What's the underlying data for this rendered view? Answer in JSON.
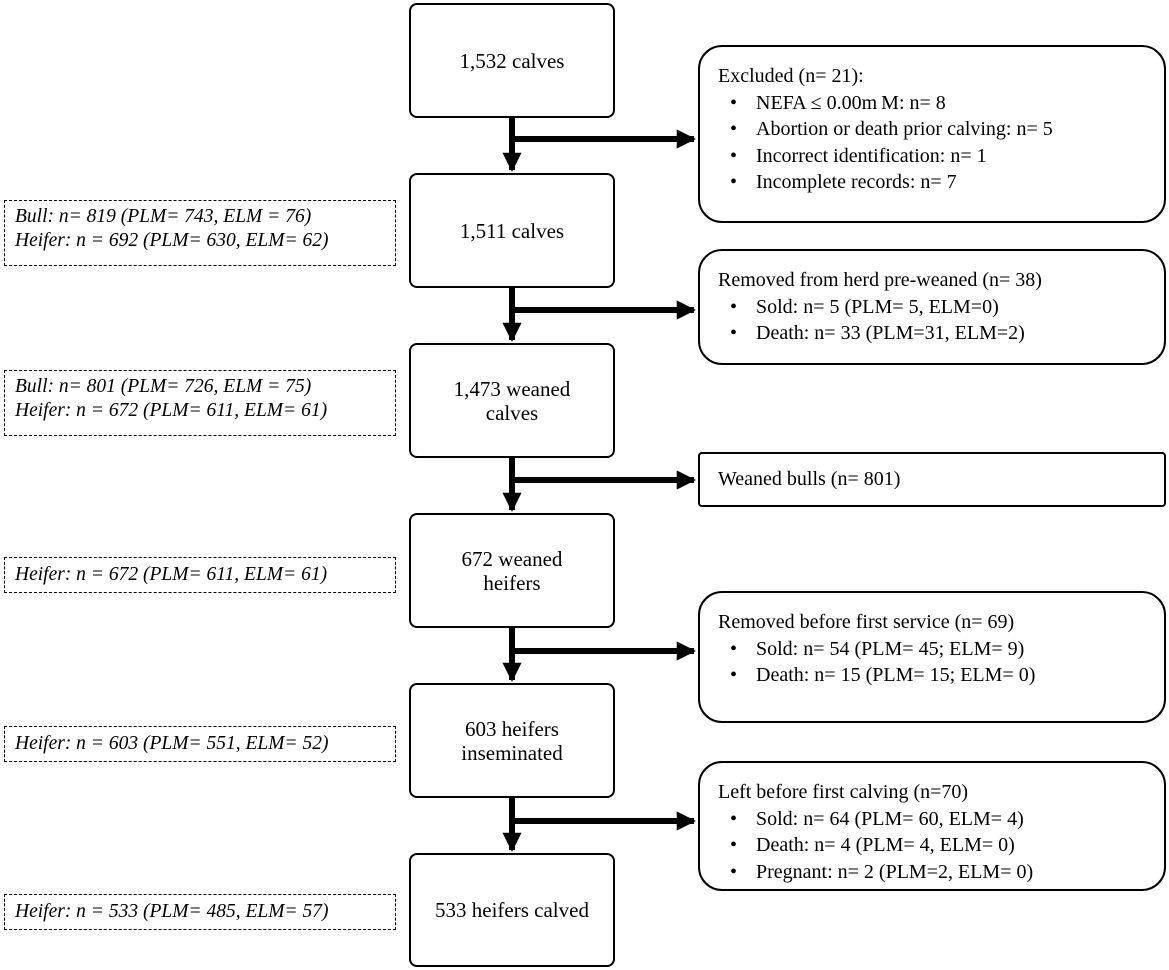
{
  "flow": [
    {
      "id": "calves-1532",
      "label": "1,532 calves"
    },
    {
      "id": "calves-1511",
      "label": "1,511 calves"
    },
    {
      "id": "weaned-calves-1473",
      "label": "1,473 weaned\ncalves"
    },
    {
      "id": "weaned-heifers-672",
      "label": "672 weaned\nheifers"
    },
    {
      "id": "heifers-inseminated-603",
      "label": "603 heifers\ninseminated"
    },
    {
      "id": "heifers-calved-533",
      "label": "533 heifers  calved"
    }
  ],
  "exclusions": [
    {
      "title": "Excluded (n= 21):",
      "items": [
        "NEFA ≤ 0.00m M: n= 8",
        "Abortion or death prior calving: n= 5",
        "Incorrect identification: n= 1",
        "Incomplete records: n= 7"
      ]
    },
    {
      "title": "Removed from herd pre-weaned (n= 38)",
      "items": [
        "Sold: n= 5 (PLM= 5, ELM=0)",
        "Death: n= 33 (PLM=31, ELM=2)"
      ]
    },
    {
      "title": "Weaned bulls (n= 801)",
      "items": []
    },
    {
      "title": "Removed before first service (n= 69)",
      "items": [
        "Sold: n= 54 (PLM= 45; ELM= 9)",
        "Death: n= 15 (PLM= 15; ELM= 0)"
      ]
    },
    {
      "title": "Left before first calving (n=70)",
      "items": [
        "Sold: n= 64 (PLM= 60, ELM= 4)",
        "Death: n= 4 (PLM= 4, ELM= 0)",
        "Pregnant: n= 2 (PLM=2, ELM= 0)"
      ]
    }
  ],
  "notes": [
    {
      "lines": [
        "Bull: n= 819 (PLM= 743, ELM = 76)",
        "Heifer: n = 692 (PLM= 630, ELM= 62)"
      ]
    },
    {
      "lines": [
        "Bull: n= 801 (PLM= 726, ELM = 75)",
        "Heifer: n = 672 (PLM= 611, ELM= 61)"
      ]
    },
    {
      "lines": [
        "Heifer: n = 672 (PLM= 611, ELM= 61)"
      ]
    },
    {
      "lines": [
        "Heifer: n = 603 (PLM= 551, ELM= 52)"
      ]
    },
    {
      "lines": [
        "Heifer: n = 533 (PLM= 485, ELM= 57)"
      ]
    }
  ]
}
